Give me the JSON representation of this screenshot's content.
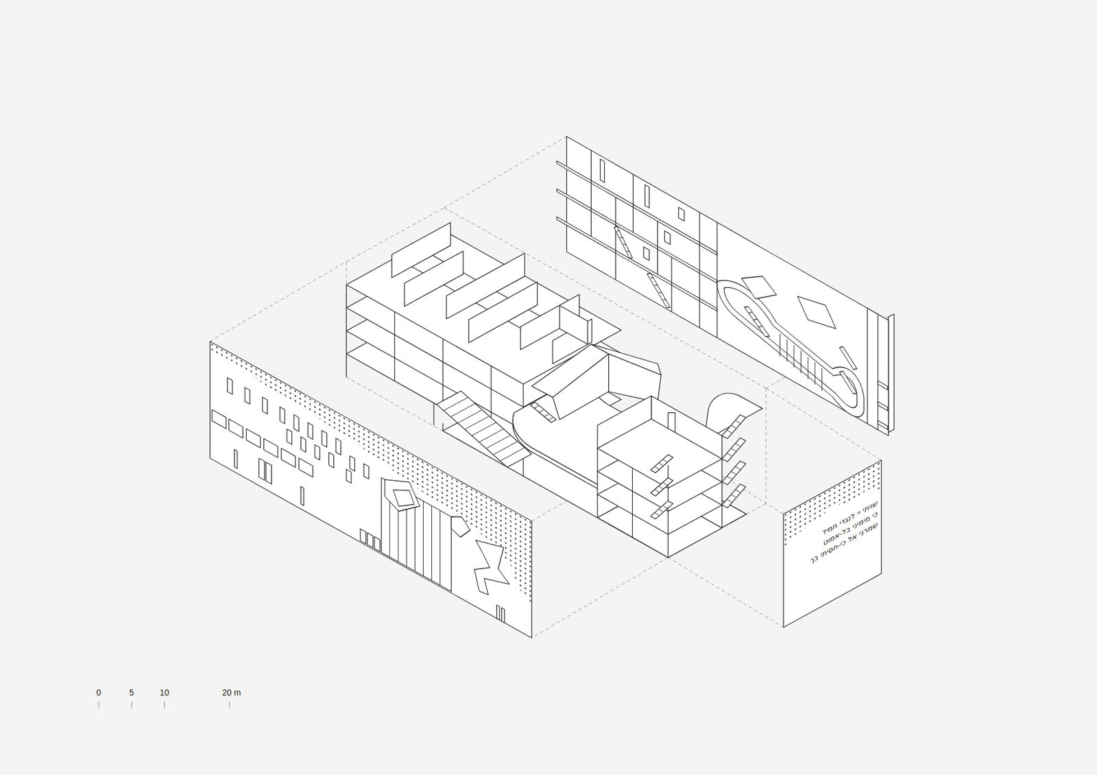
{
  "diagram": {
    "labels": [
      "0",
      "5",
      "10",
      "20 m",
      "שויתי יי לנגדי תמיד",
      "כי מימיני בל-אמוט",
      "שמרני אל כי-חסיתי בך"
    ]
  }
}
